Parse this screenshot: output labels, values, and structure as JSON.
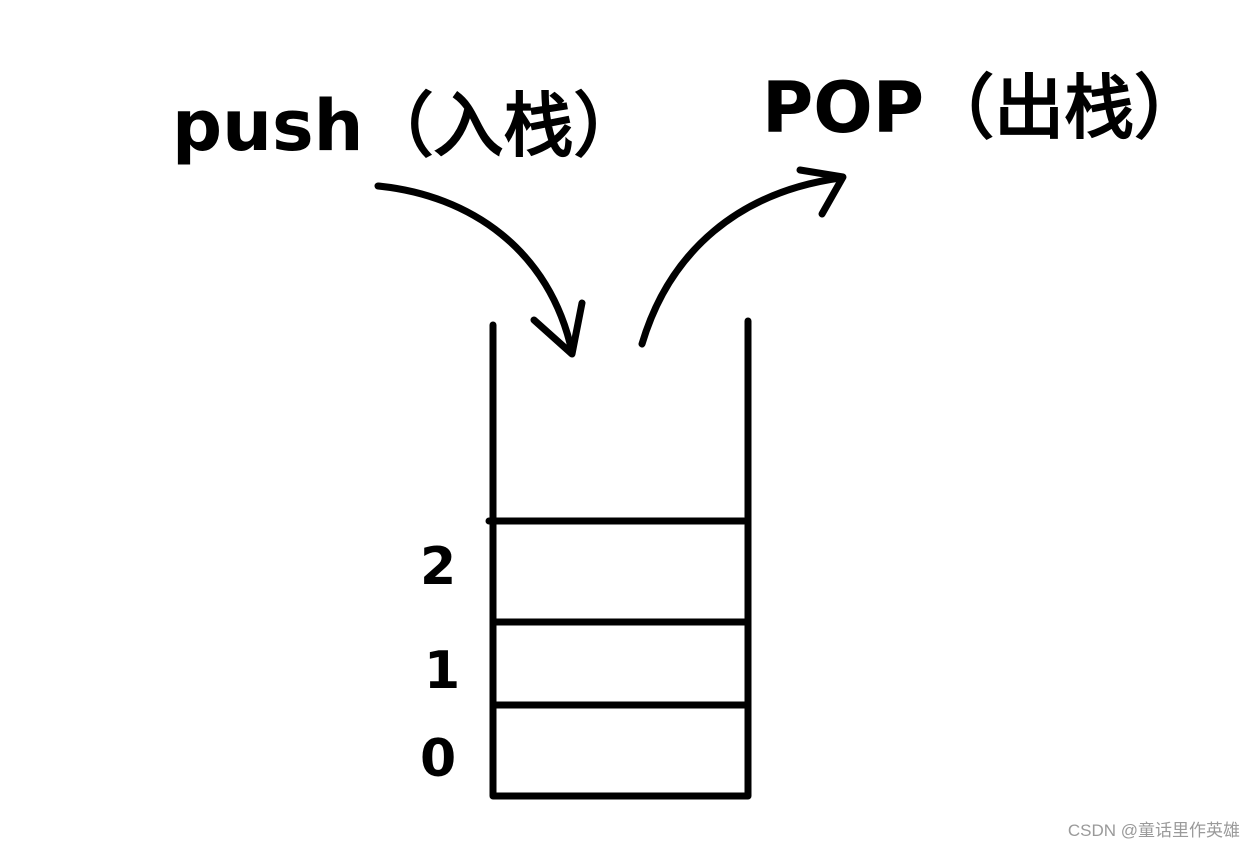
{
  "labels": {
    "push": "push（入栈）",
    "pop": "POP（出栈）"
  },
  "stack": {
    "indices": [
      "2",
      "1",
      "0"
    ]
  },
  "watermark": "CSDN @童话里作英雄",
  "colors": {
    "ink": "#000000",
    "background": "#ffffff",
    "watermark": "#9a9a9a"
  }
}
